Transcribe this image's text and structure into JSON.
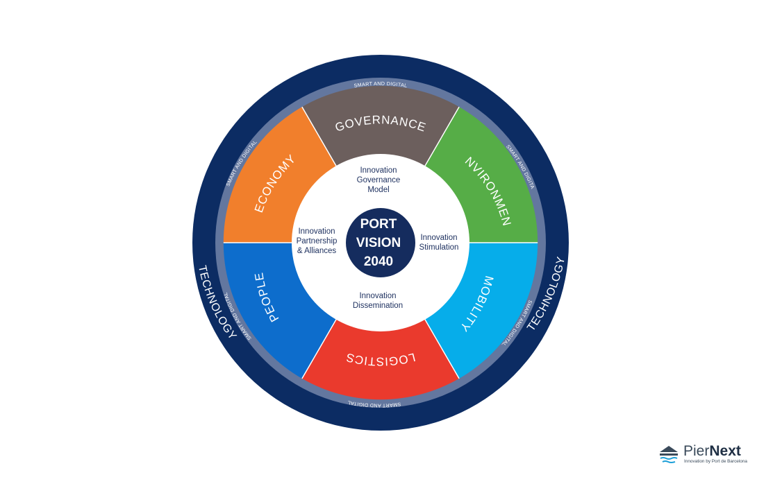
{
  "colors": {
    "outer_ring": "#0c2c63",
    "inner_ring": "#63779f",
    "governance": "#6c5f5d",
    "environment": "#56ad47",
    "mobility": "#06adea",
    "logistics": "#ea3a2d",
    "people": "#0d6dcc",
    "economy": "#f17f2c",
    "center_circle": "#152c5e"
  },
  "outer_ring": {
    "labels": [
      "TECHNOLOGY",
      "TECHNOLOGY",
      "TECHNOLOGY"
    ]
  },
  "inner_ring": {
    "labels": [
      "SMART AND DIGITAL",
      "SMART AND DIGITAL",
      "SMART AND DIGITAL",
      "SMART AND DIGITAL",
      "SMART AND DIGITAL",
      "SMART AND DIGITAL"
    ]
  },
  "segments": [
    {
      "label": "GOVERNANCE"
    },
    {
      "label": "ENVIRONMENT"
    },
    {
      "label": "MOBILITY"
    },
    {
      "label": "LOGISTICS"
    },
    {
      "label": "PEOPLE"
    },
    {
      "label": "ECONOMY"
    }
  ],
  "inner_labels": {
    "top": [
      "Innovation",
      "Governance",
      "Model"
    ],
    "right": [
      "Innovation",
      "Stimulation"
    ],
    "bottom": [
      "Innovation",
      "Dissemination"
    ],
    "left": [
      "Innovation",
      "Partnership",
      "& Alliances"
    ]
  },
  "center": {
    "lines": [
      "PORT",
      "VISION",
      "2040"
    ]
  },
  "logo": {
    "name_light": "Pier",
    "name_bold": "Next",
    "tagline": "Innovation by Port de Barcelona",
    "icon": "pier-wave-icon"
  }
}
